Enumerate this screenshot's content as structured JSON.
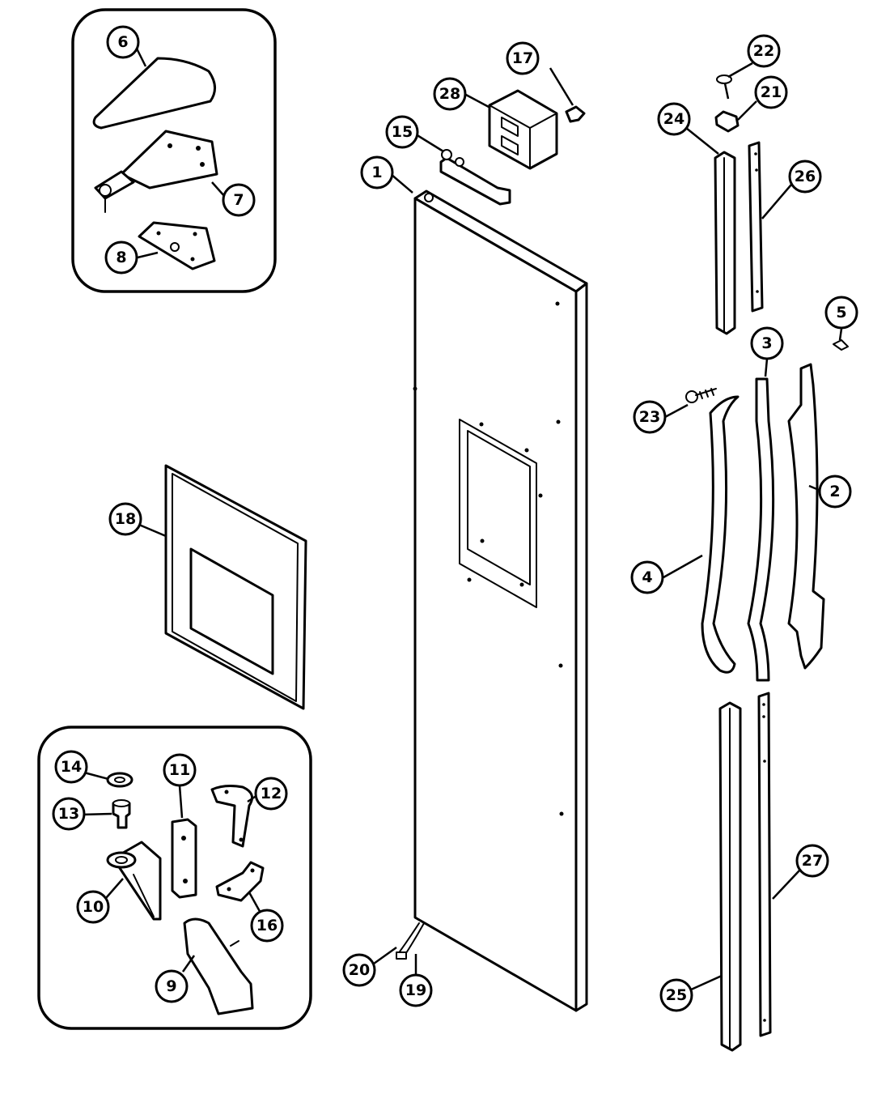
{
  "callouts": [
    {
      "key": "c1",
      "label": "1"
    },
    {
      "key": "c2",
      "label": "2"
    },
    {
      "key": "c3",
      "label": "3"
    },
    {
      "key": "c4",
      "label": "4"
    },
    {
      "key": "c5",
      "label": "5"
    },
    {
      "key": "c6",
      "label": "6"
    },
    {
      "key": "c7",
      "label": "7"
    },
    {
      "key": "c8",
      "label": "8"
    },
    {
      "key": "c9",
      "label": "9"
    },
    {
      "key": "c10",
      "label": "10"
    },
    {
      "key": "c11",
      "label": "11"
    },
    {
      "key": "c12",
      "label": "12"
    },
    {
      "key": "c13",
      "label": "13"
    },
    {
      "key": "c14",
      "label": "14"
    },
    {
      "key": "c15",
      "label": "15"
    },
    {
      "key": "c16",
      "label": "16"
    },
    {
      "key": "c17",
      "label": "17"
    },
    {
      "key": "c18",
      "label": "18"
    },
    {
      "key": "c19",
      "label": "19"
    },
    {
      "key": "c20",
      "label": "20"
    },
    {
      "key": "c21",
      "label": "21"
    },
    {
      "key": "c22",
      "label": "22"
    },
    {
      "key": "c23",
      "label": "23"
    },
    {
      "key": "c24",
      "label": "24"
    },
    {
      "key": "c25",
      "label": "25"
    },
    {
      "key": "c26",
      "label": "26"
    },
    {
      "key": "c27",
      "label": "27"
    },
    {
      "key": "c28",
      "label": "28"
    }
  ]
}
